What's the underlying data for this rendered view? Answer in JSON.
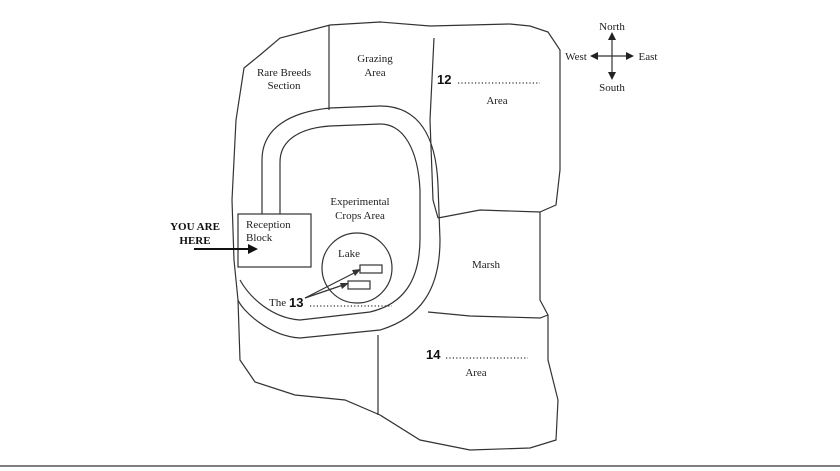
{
  "compass": {
    "north": "North",
    "south": "South",
    "east": "East",
    "west": "West"
  },
  "areas": {
    "rare_breeds_line1": "Rare Breeds",
    "rare_breeds_line2": "Section",
    "grazing_line1": "Grazing",
    "grazing_line2": "Area",
    "q12_number": "12",
    "q12_suffix": "Area",
    "experimental_line1": "Experimental",
    "experimental_line2": "Crops Area",
    "lake": "Lake",
    "reception_line1": "Reception",
    "reception_line2": "Block",
    "marsh": "Marsh",
    "q13_prefix": "The",
    "q13_number": "13",
    "q14_number": "14",
    "q14_suffix": "Area"
  },
  "you_are_here": {
    "line1": "YOU ARE",
    "line2": "HERE"
  }
}
